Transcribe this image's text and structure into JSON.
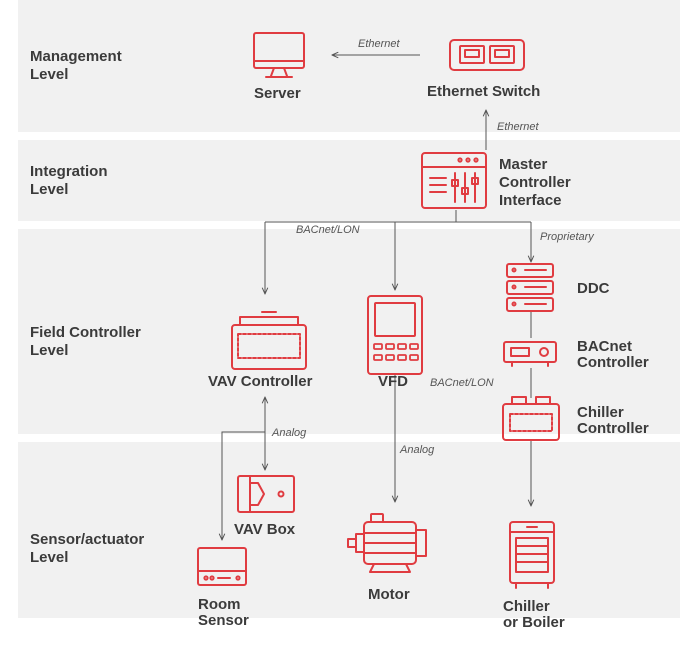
{
  "levels": {
    "management": "Management\nLevel",
    "integration": "Integration\nLevel",
    "field": "Field Controller\nLevel",
    "sensor": "Sensor/actuator\nLevel"
  },
  "devices": {
    "server": "Server",
    "ethernet_switch": "Ethernet Switch",
    "master": "Master\nController\nInterface",
    "ddc": "DDC",
    "bacnet_controller": "BACnet\nController",
    "chiller_controller": "Chiller\nController",
    "vav_controller": "VAV Controller",
    "vfd": "VFD",
    "vav_box": "VAV Box",
    "room_sensor": "Room\nSensor",
    "motor": "Motor",
    "chiller_boiler": "Chiller\nor Boiler"
  },
  "connections": {
    "ethernet_top": "Ethernet",
    "ethernet_vertical": "Ethernet",
    "bacnet_lon_bus": "BACnet/LON",
    "proprietary": "Proprietary",
    "bacnet_lon_chiller": "BACnet/LON",
    "analog_vav": "Analog",
    "analog_motor": "Analog"
  },
  "colors": {
    "accent": "#e03c41",
    "band": "#f1f1f1",
    "line": "#555555"
  }
}
